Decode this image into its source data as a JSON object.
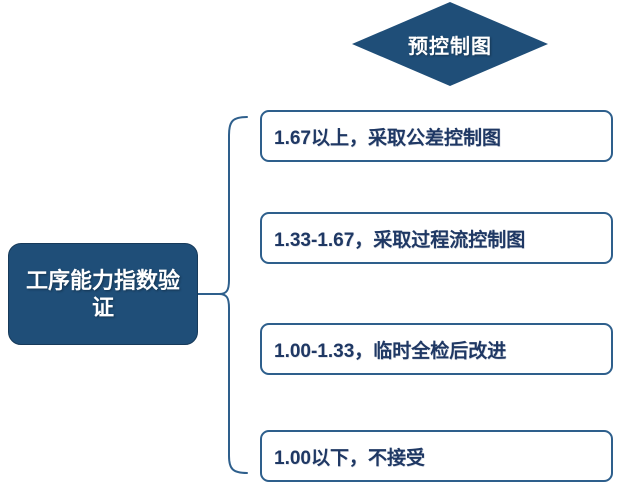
{
  "diagram": {
    "decision": {
      "label": "预控制图"
    },
    "root": {
      "label": "工序能力指数验证"
    },
    "branches": [
      {
        "label": "1.67以上，采取公差控制图"
      },
      {
        "label": "1.33-1.67，采取过程流控制图"
      },
      {
        "label": "1.00-1.33，临时全检后改进"
      },
      {
        "label": "1.00以下，不接受"
      }
    ],
    "colors": {
      "node_fill": "#1F4E78",
      "node_text": "#FFFFFF",
      "branch_border": "#2E5F8C",
      "branch_text": "#1F3864",
      "connector": "#2E5F8C",
      "background": "#FFFFFF"
    }
  }
}
